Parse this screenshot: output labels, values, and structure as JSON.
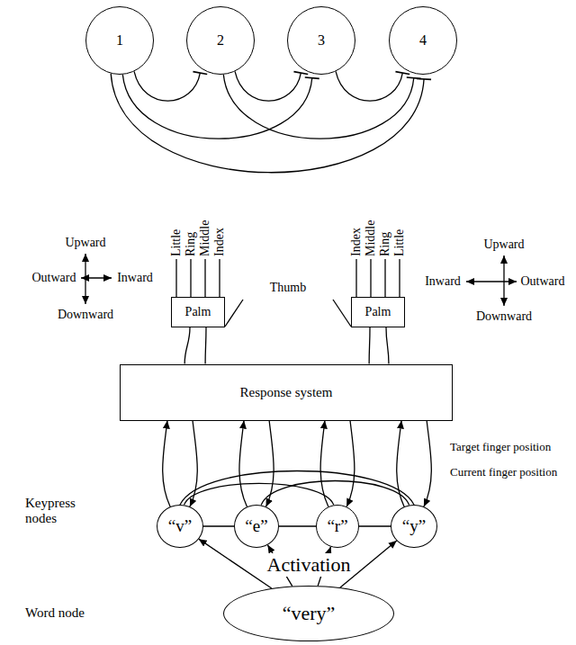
{
  "diagram": {
    "nodes": [
      {
        "text": [
          "1"
        ]
      },
      {
        "text": [
          "2"
        ]
      },
      {
        "text": [
          "3"
        ]
      },
      {
        "text": [
          "4"
        ]
      },
      {
        "text": [
          "Palm"
        ]
      },
      {
        "text": [
          "Palm"
        ]
      },
      {
        "text": [
          "Response system"
        ]
      },
      {
        "text": [
          "“v”"
        ]
      },
      {
        "text": [
          "“e”"
        ]
      },
      {
        "text": [
          "“r”"
        ]
      },
      {
        "text": [
          "“y”"
        ]
      },
      {
        "text": [
          "“very”"
        ]
      }
    ],
    "edges": [
      {
        "from": 0,
        "to": 1,
        "arrow": "to"
      },
      {
        "from": 0,
        "to": 2,
        "arrow": "to"
      },
      {
        "from": 0,
        "to": 3,
        "arrow": "to"
      },
      {
        "from": 1,
        "to": 2,
        "arrow": "to"
      },
      {
        "from": 1,
        "to": 3,
        "arrow": "to"
      },
      {
        "from": 2,
        "to": 3,
        "arrow": "to"
      },
      {
        "from": 4,
        "to": 6,
        "arrow": "none"
      },
      {
        "from": 4,
        "to": 6,
        "arrow": "none"
      },
      {
        "from": 5,
        "to": 6,
        "arrow": "none"
      },
      {
        "from": 5,
        "to": 6,
        "arrow": "none"
      },
      {
        "from": 7,
        "to": 6,
        "arrow": "to"
      },
      {
        "from": 8,
        "to": 6,
        "arrow": "to"
      },
      {
        "from": 9,
        "to": 6,
        "arrow": "to"
      },
      {
        "from": 10,
        "to": 6,
        "arrow": "to"
      },
      {
        "from": 6,
        "to": 7,
        "arrow": "to"
      },
      {
        "from": 6,
        "to": 8,
        "arrow": "to"
      },
      {
        "from": 6,
        "to": 9,
        "arrow": "to"
      },
      {
        "from": 6,
        "to": 10,
        "arrow": "to"
      },
      {
        "from": 7,
        "to": 8,
        "arrow": "none"
      },
      {
        "from": 8,
        "to": 9,
        "arrow": "none"
      },
      {
        "from": 9,
        "to": 10,
        "arrow": "none"
      },
      {
        "from": 7,
        "to": 9,
        "arrow": "none"
      },
      {
        "from": 8,
        "to": 10,
        "arrow": "none"
      },
      {
        "from": 7,
        "to": 10,
        "arrow": "none"
      },
      {
        "from": 11,
        "to": 7,
        "arrow": "to"
      },
      {
        "from": 11,
        "to": 8,
        "arrow": "to"
      },
      {
        "from": 11,
        "to": 9,
        "arrow": "to"
      },
      {
        "from": 11,
        "to": 10,
        "arrow": "to"
      }
    ],
    "labels": [
      "Upward",
      "Outward",
      "Inward",
      "Downward",
      "Little",
      "Ring",
      "Middle",
      "Index",
      "Thumb",
      "Index",
      "Middle",
      "Ring",
      "Little",
      "Upward",
      "Inward",
      "Outward",
      "Downward",
      "Target finger position",
      "Current finger position",
      "Keypress nodes",
      "Activation",
      "Word node"
    ]
  }
}
